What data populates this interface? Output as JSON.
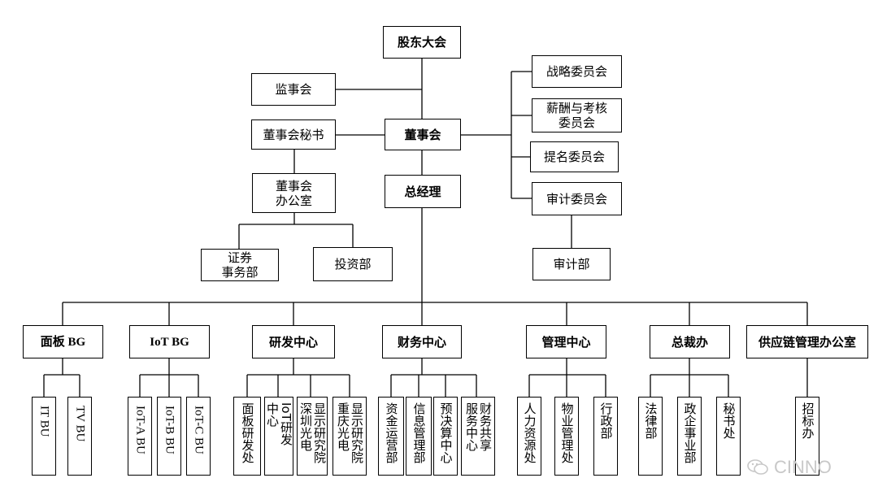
{
  "org": {
    "shareholders": "股东大会",
    "supervisory": "监事会",
    "board": "董事会",
    "board_secretary": "董事会秘书",
    "board_office": "董事会\n办公室",
    "securities": "证券\n事务部",
    "investment": "投资部",
    "gm": "总经理",
    "committees": {
      "strategy": "战略委员会",
      "compensation": "薪酬与考核\n委员会",
      "nomination": "提名委员会",
      "audit": "审计委员会"
    },
    "audit_dept": "审计部",
    "units": {
      "panel_bg": "面板 BG",
      "iot_bg": "IoT BG",
      "rd": "研发中心",
      "finance": "财务中心",
      "management": "管理中心",
      "president_office": "总裁办",
      "supply_chain": "供应链管理办公室"
    },
    "sub": {
      "it_bu": "IT BU",
      "tv_bu": "TV BU",
      "iota": "IoT-A BU",
      "iotb": "IoT-B BU",
      "iotc": "IoT-C BU",
      "panel_rd": "面板研发处",
      "iot_rd": "IoT研发\n中心",
      "sz_display": "显示研究院\n深圳光电",
      "cq_display": "显示研究院\n重庆光电",
      "capital": "资金运营部",
      "info": "信息管理部",
      "budget": "预决算中心",
      "shared": "财务共享\n服务中心",
      "hr": "人力资源处",
      "property": "物业管理处",
      "admin": "行政部",
      "legal": "法律部",
      "gov": "政企事业部",
      "secretary": "秘书处",
      "bidding": "招标办"
    }
  },
  "watermark": {
    "text": "CINNO",
    "icon": "wechat-icon"
  }
}
